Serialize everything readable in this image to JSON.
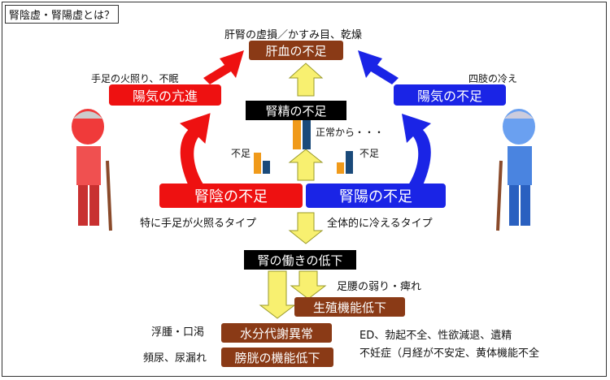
{
  "title": "腎陰虚・腎陽虚とは？",
  "top": {
    "note": "肝腎の虚損／かすみ目、乾燥",
    "box": "肝血の不足"
  },
  "center": {
    "box": "腎精の不足",
    "normal_label": "正常から・・・"
  },
  "left": {
    "top_note": "手足の火照り、不眠",
    "top_box": "陽気の亢進",
    "main_box": "腎陰の不足",
    "main_note": "特に手足が火照るタイプ",
    "deficit_label": "不足"
  },
  "right": {
    "top_note": "四肢の冷え",
    "top_box": "陽気の不足",
    "main_box": "腎陽の不足",
    "main_note": "全体的に冷えるタイプ",
    "deficit_label": "不足"
  },
  "kidney_box": "腎の働きの低下",
  "bottom": {
    "legs_note": "足腰の弱り・痺れ",
    "repro_box": "生殖機能低下",
    "water_note": "浮腫・口渇",
    "water_box": "水分代謝異常",
    "bladder_note": "頻尿、尿漏れ",
    "bladder_box": "膀胱の機能低下",
    "repro_detail_1": "ED、勃起不全、性欲減退、遺精",
    "repro_detail_2": "不妊症（月経が不安定、黄体機能不全"
  },
  "colors": {
    "red": "#ee1111",
    "blue": "#1a24e6",
    "brown": "#8a3a16",
    "yellow": "#f8f070",
    "orange": "#f09a1a",
    "navy": "#1a4a7a"
  }
}
